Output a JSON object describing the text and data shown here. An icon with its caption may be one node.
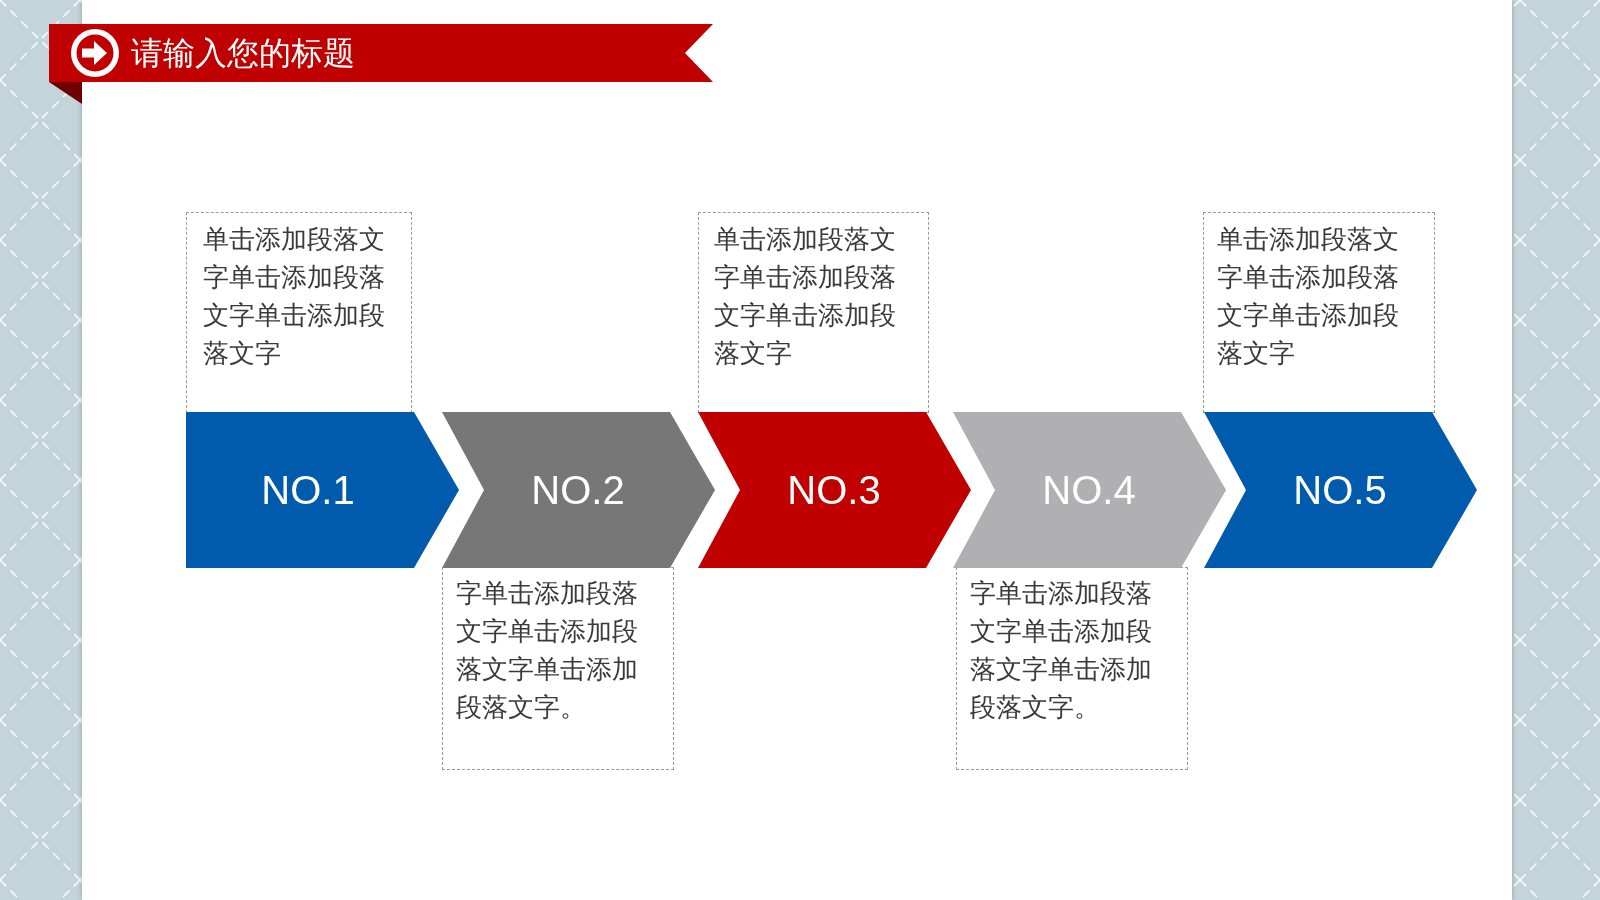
{
  "diagram": {
    "title": "请输入您的标题",
    "nodes": [
      {
        "text": [
          "单击添加段落文字单击添加段落文字单击添加段落文字"
        ]
      },
      {
        "text": [
          "NO.1"
        ]
      },
      {
        "text": [
          "NO.2"
        ]
      },
      {
        "text": [
          "字单击添加段落文字单击添加段落文字单击添加段落文字。"
        ]
      },
      {
        "text": [
          "单击添加段落文字单击添加段落文字单击添加段落文字"
        ]
      },
      {
        "text": [
          "NO.3"
        ]
      },
      {
        "text": [
          "NO.4"
        ]
      },
      {
        "text": [
          "字单击添加段落文字单击添加段落文字单击添加段落文字。"
        ]
      },
      {
        "text": [
          "单击添加段落文字单击添加段落文字单击添加段落文字"
        ]
      },
      {
        "text": [
          "NO.5"
        ]
      }
    ]
  }
}
